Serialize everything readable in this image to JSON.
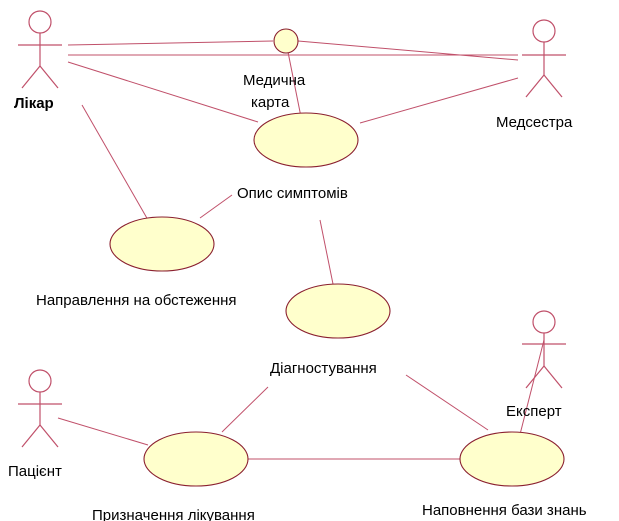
{
  "diagram": {
    "actors": {
      "doctor": "Лікар",
      "nurse": "Медсестра",
      "patient": "Пацієнт",
      "expert": "Експерт"
    },
    "entities": {
      "medical_record_line1": "Медична",
      "medical_record_line2": "карта"
    },
    "use_cases": {
      "symptoms": "Опис симптомів",
      "referral": "Направлення на обстеження",
      "diagnosis": "Діагностування",
      "treatment": "Призначення лікування",
      "knowledge_base": "Наповнення бази знань"
    },
    "colors": {
      "line": "#c0506a",
      "use_case_fill": "#ffffcc",
      "use_case_stroke": "#8a1f2f"
    }
  }
}
